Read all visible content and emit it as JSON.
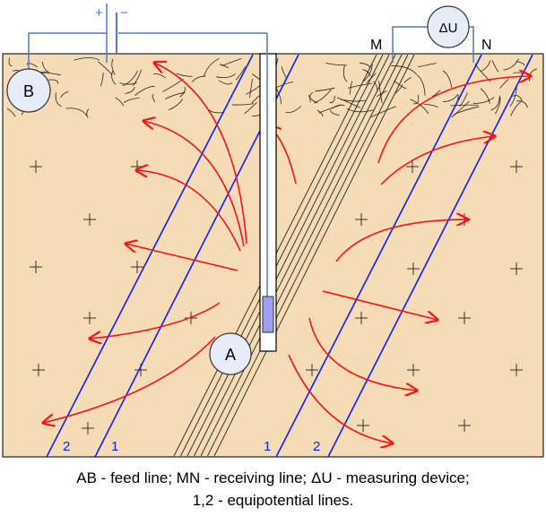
{
  "labels": {
    "electrode_a": "A",
    "electrode_b": "B",
    "electrode_m": "M",
    "electrode_n": "N",
    "device": "ΔU",
    "battery_plus": "+",
    "battery_minus": "−",
    "equipotential_left_2": "2",
    "equipotential_left_1": "1",
    "equipotential_right_1": "1",
    "equipotential_right_2": "2"
  },
  "caption": {
    "line1": "AB - feed line; MN - receiving line; ΔU - measuring device;",
    "line2": "1,2 - equipotential lines."
  },
  "colors": {
    "ground": "#f5dcb6",
    "wire": "#4f7cc4",
    "equipotential": "#0a1ef0",
    "current": "#ff1010",
    "electrode": "#e6ecf8",
    "probe": "#a09ef0"
  }
}
